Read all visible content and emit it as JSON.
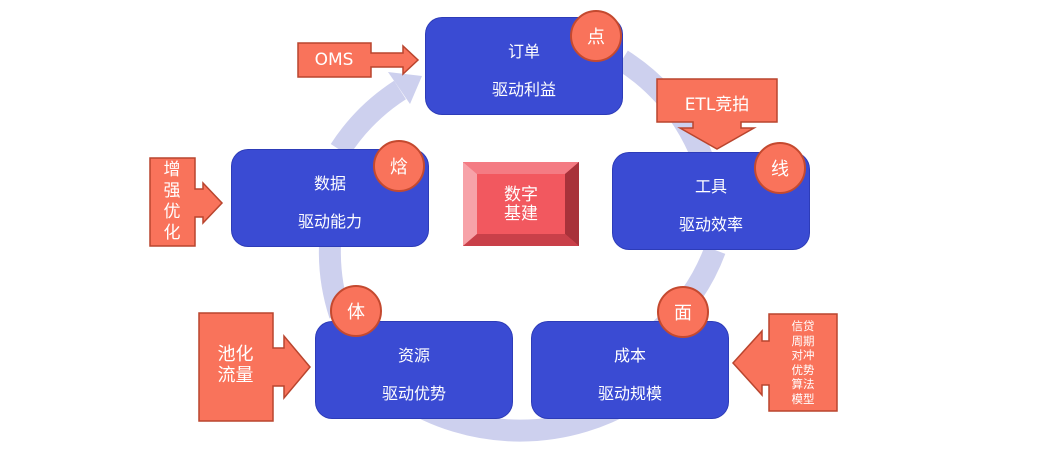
{
  "colors": {
    "node_fill": "#3a4bd3",
    "badge_fill": "#f9735b",
    "callout_fill": "#f9735b",
    "ring": "#cdd0ee",
    "center_fill": "#f0535c"
  },
  "center": {
    "label_line1": "数字",
    "label_line2": "基建"
  },
  "nodes": [
    {
      "id": "order",
      "title": "订单",
      "subtitle": "驱动利益",
      "badge": "点"
    },
    {
      "id": "tool",
      "title": "工具",
      "subtitle": "驱动效率",
      "badge": "线"
    },
    {
      "id": "cost",
      "title": "成本",
      "subtitle": "驱动规模",
      "badge": "面"
    },
    {
      "id": "resource",
      "title": "资源",
      "subtitle": "驱动优势",
      "badge": "体"
    },
    {
      "id": "data",
      "title": "数据",
      "subtitle": "驱动能力",
      "badge": "焓"
    }
  ],
  "callouts": {
    "oms": "OMS",
    "etl": "ETL竞拍",
    "enhance": [
      "增",
      "强",
      "优",
      "化"
    ],
    "pool": [
      "池化",
      "流量"
    ],
    "credit": [
      "信贷",
      "周期",
      "对冲",
      "优势",
      "算法",
      "模型"
    ]
  }
}
